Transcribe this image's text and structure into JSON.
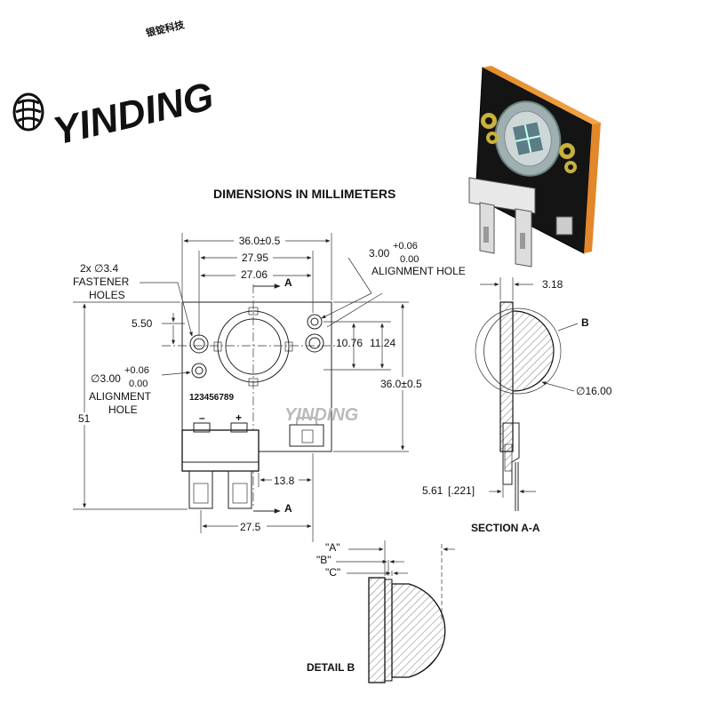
{
  "brand": {
    "logo_text": "YINDING",
    "chinese_text": "银锭科技",
    "watermark_text": "YINDING"
  },
  "title": "DIMENSIONS IN MILLIMETERS",
  "top_view": {
    "width_overall": "36.0±0.5",
    "pitch_1": "27.95",
    "pitch_2": "27.06",
    "fastener_label_1": "2x ∅3.4",
    "fastener_label_2": "FASTENER",
    "fastener_label_3": "HOLES",
    "hole_offset": "5.50",
    "align_left_main": "∅3.00",
    "align_left_tol_top": "+0.06",
    "align_left_tol_bottom": "0.00",
    "align_left_label_1": "ALIGNMENT",
    "align_left_label_2": "HOLE",
    "align_right_main": "3.00",
    "align_right_tol_top": "+0.06",
    "align_right_tol_bottom": "0.00",
    "align_right_label": "ALIGNMENT HOLE",
    "hole_spacing_1": "10.76",
    "hole_spacing_2": "11.24",
    "height_body": "36.0±0.5",
    "height_overall": "51",
    "serial": "123456789",
    "terminal_minus": "–",
    "terminal_plus": "+",
    "terminal_offset": "13.8",
    "terminal_span": "27.5",
    "section_letter_top": "A",
    "section_letter_bottom": "A"
  },
  "section": {
    "thickness": "3.18",
    "label_b": "B",
    "dome_diameter": "∅16.00",
    "lead_offset": "5.61",
    "lead_offset_in": "[.221]",
    "title": "SECTION A-A"
  },
  "detail": {
    "label_a": "\"A\"",
    "label_b": "\"B\"",
    "label_c": "\"C\"",
    "title": "DETAIL B"
  }
}
